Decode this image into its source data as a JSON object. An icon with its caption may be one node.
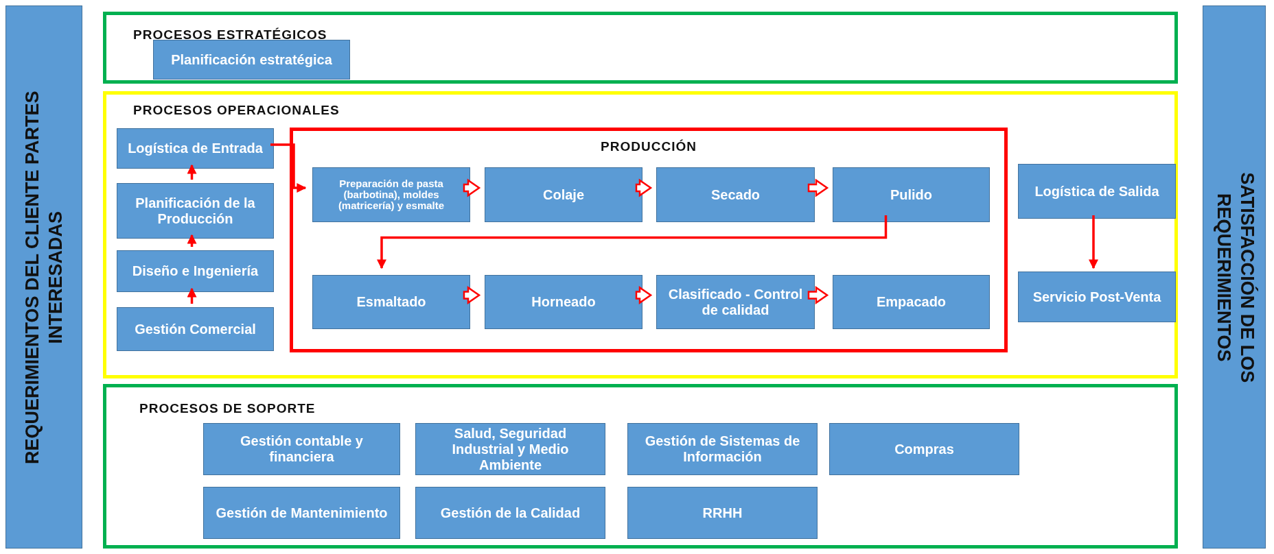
{
  "diagram": {
    "nodes": [
      {
        "text": [
          "REQUERIMIENTOS DEL CLIENTE PARTES INTERESADAS"
        ]
      },
      {
        "text": [
          "PROCESOS ESTRATÉGICOS"
        ]
      },
      {
        "text": [
          "Planificación estratégica"
        ],
        "in": 1
      },
      {
        "text": [
          "PROCESOS OPERACIONALES"
        ]
      },
      {
        "text": [
          "Logística de Entrada"
        ],
        "in": 3
      },
      {
        "text": [
          "Planificación de la Producción"
        ],
        "in": 3
      },
      {
        "text": [
          "Diseño e Ingeniería"
        ],
        "in": 3
      },
      {
        "text": [
          "Gestión Comercial"
        ],
        "in": 3
      },
      {
        "text": [
          "PRODUCCIÓN"
        ],
        "in": 3
      },
      {
        "text": [
          "Preparación de pasta (barbotina), moldes (matricería) y esmalte"
        ],
        "in": 8
      },
      {
        "text": [
          "Colaje"
        ],
        "in": 8
      },
      {
        "text": [
          "Secado"
        ],
        "in": 8
      },
      {
        "text": [
          "Pulido"
        ],
        "in": 8
      },
      {
        "text": [
          "Esmaltado"
        ],
        "in": 8
      },
      {
        "text": [
          "Horneado"
        ],
        "in": 8
      },
      {
        "text": [
          "Clasificado - Control de calidad"
        ],
        "in": 8
      },
      {
        "text": [
          "Empacado"
        ],
        "in": 8
      },
      {
        "text": [
          "Logística de Salida"
        ],
        "in": 3
      },
      {
        "text": [
          "Servicio Post-Venta"
        ],
        "in": 3
      },
      {
        "text": [
          "PROCESOS DE SOPORTE"
        ]
      },
      {
        "text": [
          "Gestión contable y financiera"
        ],
        "in": 19
      },
      {
        "text": [
          "Salud, Seguridad Industrial y Medio Ambiente"
        ],
        "in": 19
      },
      {
        "text": [
          "Gestión de Sistemas de Información"
        ],
        "in": 19
      },
      {
        "text": [
          "Compras"
        ],
        "in": 19
      },
      {
        "text": [
          "Gestión de Mantenimiento"
        ],
        "in": 19
      },
      {
        "text": [
          "Gestión de la Calidad"
        ],
        "in": 19
      },
      {
        "text": [
          "RRHH"
        ],
        "in": 19
      },
      {
        "text": [
          "SATISFACCIÓN DE LOS REQUERIMIENTOS"
        ]
      }
    ],
    "edges": [
      {
        "from": 7,
        "to": 6,
        "arrow": "to"
      },
      {
        "from": 6,
        "to": 5,
        "arrow": "to"
      },
      {
        "from": 5,
        "to": 4,
        "arrow": "to"
      },
      {
        "from": 4,
        "to": 9,
        "arrow": "to"
      },
      {
        "from": 9,
        "to": 10,
        "arrow": "to",
        "style": "thick"
      },
      {
        "from": 10,
        "to": 11,
        "arrow": "to",
        "style": "thick"
      },
      {
        "from": 11,
        "to": 12,
        "arrow": "to",
        "style": "thick"
      },
      {
        "from": 12,
        "to": 13,
        "arrow": "to"
      },
      {
        "from": 13,
        "to": 14,
        "arrow": "to",
        "style": "thick"
      },
      {
        "from": 14,
        "to": 15,
        "arrow": "to",
        "style": "thick"
      },
      {
        "from": 15,
        "to": 16,
        "arrow": "to",
        "style": "thick"
      },
      {
        "from": 17,
        "to": 18,
        "arrow": "to"
      }
    ]
  }
}
